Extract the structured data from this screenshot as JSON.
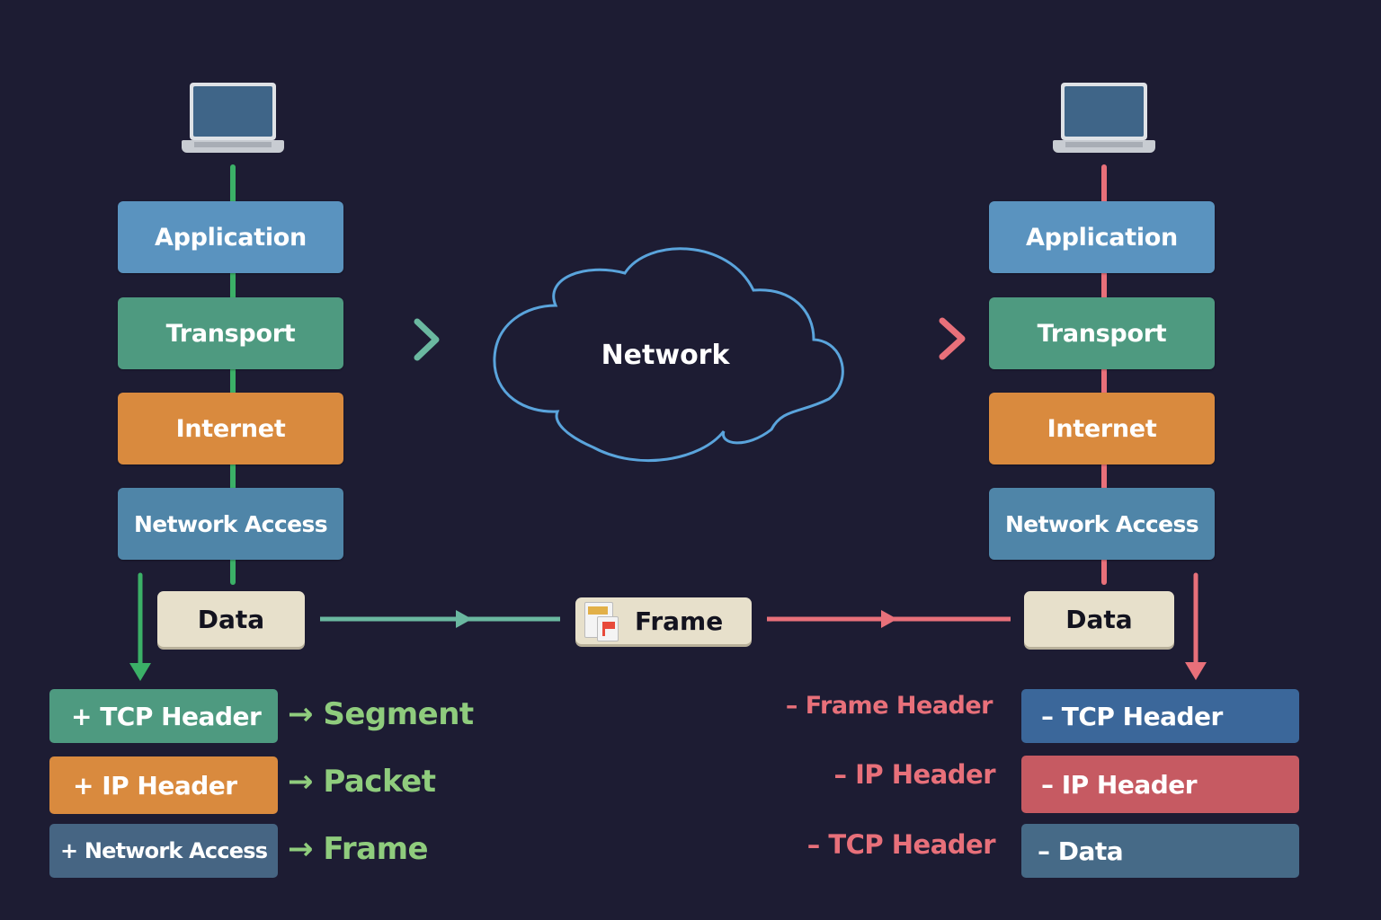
{
  "colors": {
    "background": "#1d1c33",
    "sender_line": "#3bb067",
    "receiver_line": "#e8707a",
    "teal_arrow": "#6ab8a0",
    "cloud_stroke": "#5aa4dc",
    "result_text": "#8fcc7d"
  },
  "sender": {
    "icon": "laptop-icon",
    "layers": [
      "Application",
      "Transport",
      "Internet",
      "Network Access"
    ],
    "data_label": "Data",
    "encapsulation": [
      {
        "header": "+ TCP Header",
        "result": "Segment"
      },
      {
        "header": "+ IP Header",
        "result": "Packet"
      },
      {
        "header": "+ Network Access",
        "result": "Frame"
      }
    ]
  },
  "network": {
    "label": "Network",
    "frame_label": "Frame",
    "frame_icon": "document-flag-icon"
  },
  "receiver": {
    "icon": "laptop-icon",
    "layers": [
      "Application",
      "Transport",
      "Internet",
      "Network Access"
    ],
    "data_label": "Data",
    "decapsulation_labels": [
      "– Frame Header",
      "– IP Header",
      "– TCP Header"
    ],
    "decapsulation_boxes": [
      "– TCP Header",
      "– IP Header",
      "– Data"
    ]
  }
}
